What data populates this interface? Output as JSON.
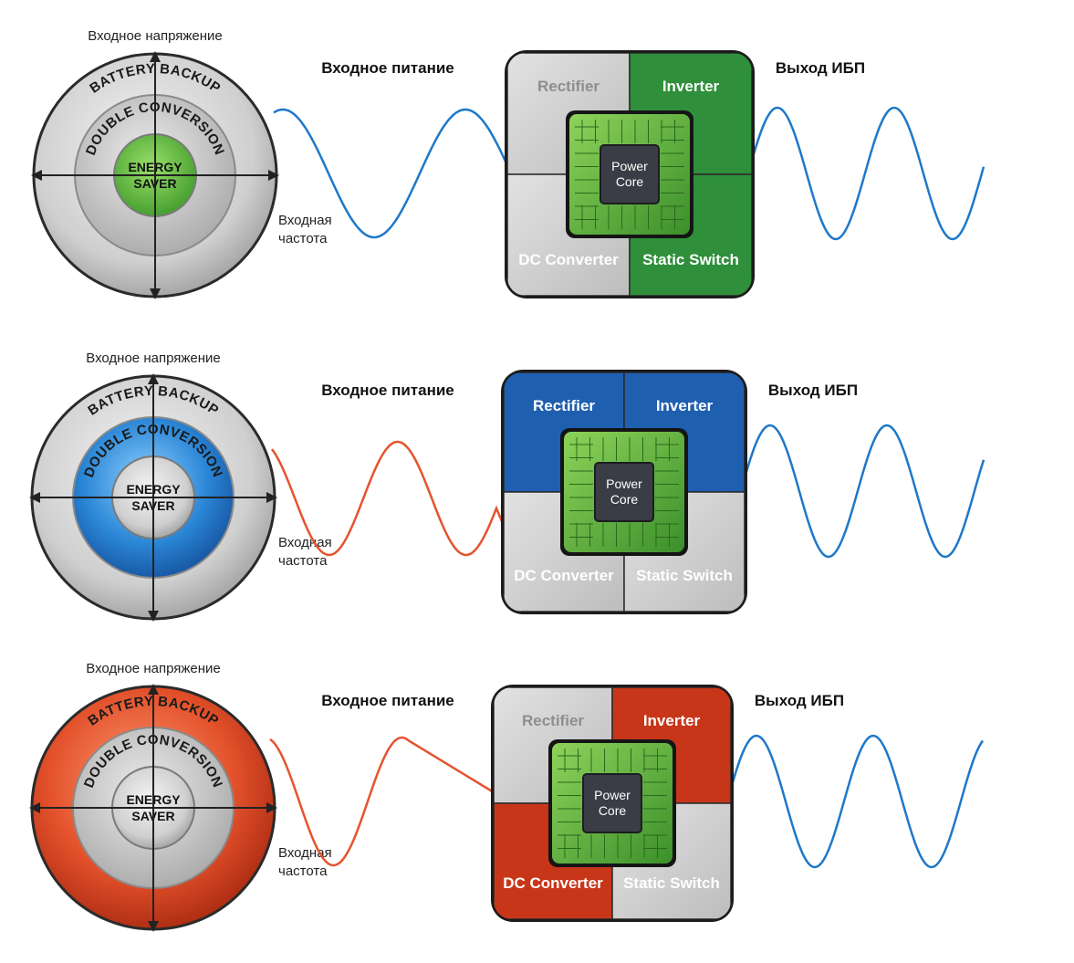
{
  "rows": [
    {
      "mode": "energy-saver",
      "input_voltage_label": "Входное напряжение",
      "input_frequency_label": [
        "Входная",
        "частота"
      ],
      "input_power_label": "Входное питание",
      "ups_output_label": "Выход ИБП",
      "rings": {
        "outer": "BATTERY BACKUP",
        "middle": "DOUBLE CONVERSION",
        "core": [
          "ENERGY",
          "SAVER"
        ]
      },
      "highlight": "core",
      "highlight_color": "#57b33e",
      "input_wave_color": "#1e78c8",
      "output_wave_color": "#1e78c8",
      "blocks": {
        "rectifier": "Rectifier",
        "inverter": "Inverter",
        "dc_converter": "DC Converter",
        "static_switch": "Static Switch"
      },
      "power_core": [
        "Power",
        "Core"
      ],
      "active_blocks": [
        "inverter",
        "static_switch"
      ],
      "active_color": "#2f8f3a"
    },
    {
      "mode": "double-conversion",
      "input_voltage_label": "Входное напряжение",
      "input_frequency_label": [
        "Входная",
        "частота"
      ],
      "input_power_label": "Входное питание",
      "ups_output_label": "Выход ИБП",
      "rings": {
        "outer": "BATTERY BACKUP",
        "middle": "DOUBLE CONVERSION",
        "core": [
          "ENERGY",
          "SAVER"
        ]
      },
      "highlight": "middle",
      "highlight_color": "#1f6fc4",
      "input_wave_color": "#e5532f",
      "output_wave_color": "#1e78c8",
      "blocks": {
        "rectifier": "Rectifier",
        "inverter": "Inverter",
        "dc_converter": "DC Converter",
        "static_switch": "Static Switch"
      },
      "power_core": [
        "Power",
        "Core"
      ],
      "active_blocks": [
        "rectifier",
        "inverter"
      ],
      "active_color": "#1f5fb0"
    },
    {
      "mode": "battery-backup",
      "input_voltage_label": "Входное напряжение",
      "input_frequency_label": [
        "Входная",
        "частота"
      ],
      "input_power_label": "Входное питание",
      "ups_output_label": "Выход ИБП",
      "rings": {
        "outer": "BATTERY BACKUP",
        "middle": "DOUBLE CONVERSION",
        "core": [
          "ENERGY",
          "SAVER"
        ]
      },
      "highlight": "outer",
      "highlight_color": "#e04a26",
      "input_wave_color": "#e5532f",
      "output_wave_color": "#1e78c8",
      "blocks": {
        "rectifier": "Rectifier",
        "inverter": "Inverter",
        "dc_converter": "DC Converter",
        "static_switch": "Static Switch"
      },
      "power_core": [
        "Power",
        "Core"
      ],
      "active_blocks": [
        "inverter",
        "dc_converter"
      ],
      "active_color": "#c8361a"
    }
  ]
}
